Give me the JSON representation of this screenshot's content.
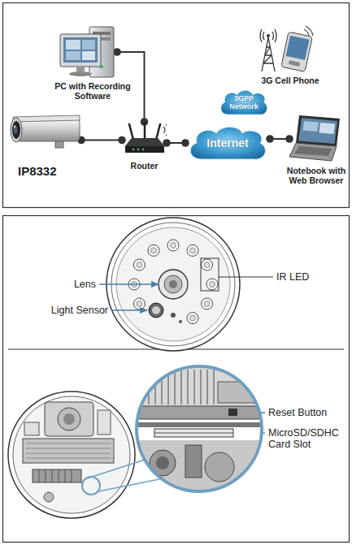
{
  "diagram": {
    "nodes": [
      {
        "text": [
          "PC with Recording Software"
        ]
      },
      {
        "text": [
          "3G Cell Phone"
        ]
      },
      {
        "text": [
          "3GPP Network"
        ]
      },
      {
        "text": [
          "IP8332"
        ]
      },
      {
        "text": [
          "Router"
        ]
      },
      {
        "text": [
          "Internet"
        ]
      },
      {
        "text": [
          "Notebook with Web Browser"
        ]
      }
    ],
    "edges": [
      {
        "from": 3,
        "to": 4,
        "arrow": "none"
      },
      {
        "from": 0,
        "to": 4,
        "arrow": "none"
      },
      {
        "from": 4,
        "to": 5,
        "arrow": "none"
      },
      {
        "from": 5,
        "to": 6,
        "arrow": "none"
      }
    ],
    "labels": [
      "Lens",
      "Light Sensor",
      "IR LED",
      "Reset Button",
      "MicroSD/SDHC Card Slot"
    ]
  }
}
